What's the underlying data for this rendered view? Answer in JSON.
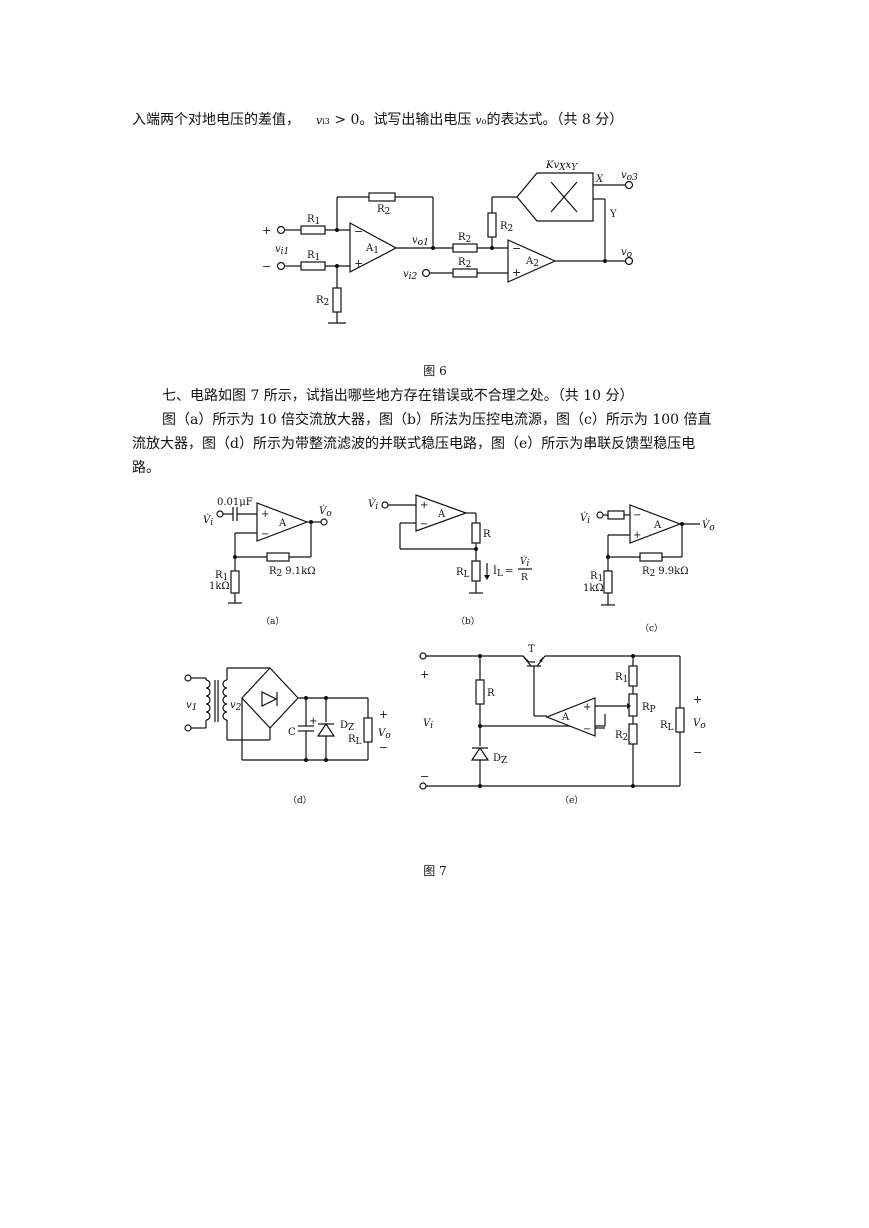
{
  "text": {
    "line1_a": "入端两个对地电压的差值，",
    "line1_vi3": "v",
    "line1_vi3_sub": "i3",
    "line1_cond": " > 0",
    "line1_b": "。试写出输出电压",
    "line1_vo": "v",
    "line1_vo_sub": "o",
    "line1_c": "的表达式。（共 8 分）",
    "fig6_caption": "图 6",
    "q7_title": "七、电路如图 7 所示，试指出哪些地方存在错误或不合理之处。（共 10 分）",
    "q7_desc_1": "图（a）所示为 10 倍交流放大器，图（b）所法为压控电流源，图（c）所示为 100 倍直",
    "q7_desc_2": "流放大器，图（d）所示为带整流滤波的并联式稳压电路，图（e）所示为串联反馈型稳压电",
    "q7_desc_3": "路。",
    "fig7_caption": "图 7"
  },
  "fig6": {
    "plus": "+",
    "minus": "−",
    "vi1": "v",
    "vi1_sub": "i1",
    "vi2": "v",
    "vi2_sub": "i2",
    "vo1": "v",
    "vo1_sub": "o1",
    "vo3": "v",
    "vo3_sub": "o3",
    "vo": "v",
    "vo_sub": "o",
    "R1": "R",
    "R1_sub": "1",
    "R2": "R",
    "R2_sub": "2",
    "A1": "A",
    "A1_sub": "1",
    "A2": "A",
    "A2_sub": "2",
    "mult": "Kv",
    "mult_sub": "X",
    "mult_x": "x",
    "mult_xsub": "Y",
    "X": "X",
    "Y": "Y"
  },
  "fig7": {
    "a": {
      "cap": "0.01μF",
      "vi": "V̇",
      "vi_sub": "i",
      "vo": "V̇",
      "vo_sub": "o",
      "amp": "A",
      "plus": "+",
      "minus": "−",
      "r2": "R",
      "r2_sub": "2",
      "r2_val": "9.1kΩ",
      "r1": "R",
      "r1_sub": "1",
      "r1_val": "1kΩ",
      "caption": "（a）"
    },
    "b": {
      "vi": "V̇",
      "vi_sub": "i",
      "amp": "A",
      "plus": "+",
      "minus": "−",
      "r": "R",
      "rl": "R",
      "rl_sub": "L",
      "il": "İ",
      "il_sub": "L",
      "eq": "=",
      "frac_num": "V̇",
      "frac_num_sub": "i",
      "frac_den": "R",
      "caption": "（b）"
    },
    "c": {
      "vi": "V̇",
      "vi_sub": "i",
      "vo": "V̇",
      "vo_sub": "o",
      "amp": "A",
      "plus": "+",
      "minus": "−",
      "r2": "R",
      "r2_sub": "2",
      "r2_val": "9.9kΩ",
      "r1": "R",
      "r1_sub": "1",
      "r1_val": "1kΩ",
      "caption": "（c）"
    },
    "d": {
      "v1": "v",
      "v1_sub": "1",
      "v2": "v",
      "v2_sub": "2",
      "c": "C",
      "dz": "D",
      "dz_sub": "Z",
      "rl": "R",
      "rl_sub": "L",
      "vo": "V",
      "vo_sub": "o",
      "plus": "+",
      "minus": "−",
      "cplus": "+",
      "caption": "（d）"
    },
    "e": {
      "t": "T",
      "r": "R",
      "r1": "R",
      "r1_sub": "1",
      "rp": "R",
      "rp_sub": "P",
      "r2": "R",
      "r2_sub": "2",
      "rl": "R",
      "rl_sub": "L",
      "amp": "A",
      "plus": "+",
      "minus": "−",
      "vi": "V",
      "vi_sub": "i",
      "vo": "V",
      "vo_sub": "o",
      "dz": "D",
      "dz_sub": "Z",
      "caption": "（e）"
    }
  }
}
